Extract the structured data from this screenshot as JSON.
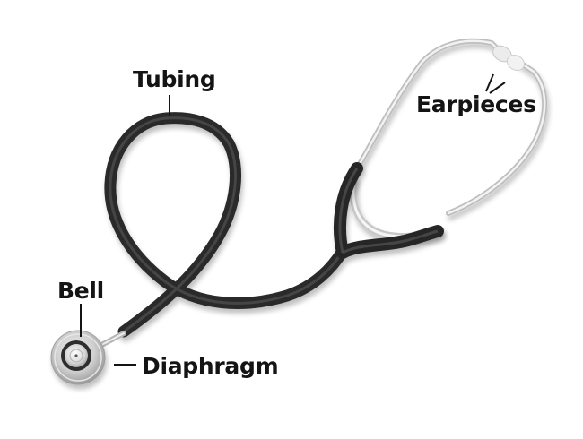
{
  "diagram": {
    "subject": "stethoscope",
    "background_color": "#ffffff",
    "label_color": "#141414",
    "tubing_color": "#2b2b2b",
    "metal_color": "#d8d8d8",
    "labels": {
      "tubing": "Tubing",
      "earpieces": "Earpieces",
      "bell": "Bell",
      "diaphragm": "Diaphragm"
    }
  }
}
